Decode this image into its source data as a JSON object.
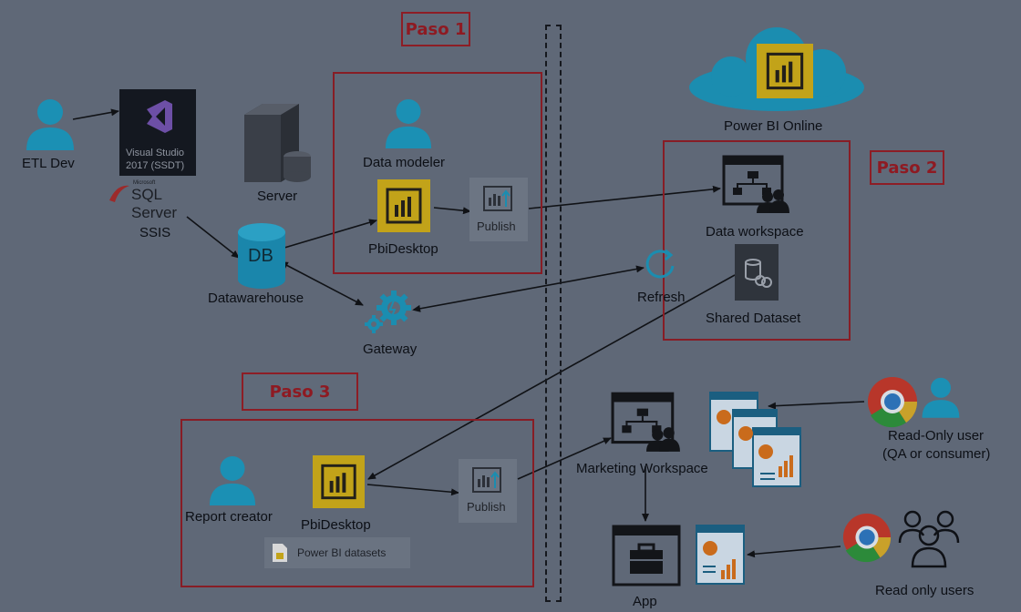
{
  "colors": {
    "background": "#5f6877",
    "accent_red": "#871d25",
    "person_blue": "#1b90b4",
    "powerbi_yellow": "#c2a319",
    "cloud_blue": "#1b8db0",
    "lines": "#101216"
  },
  "steps": {
    "paso1": "Paso 1",
    "paso2": "Paso 2",
    "paso3": "Paso 3"
  },
  "nodes": {
    "etl_dev": "ETL Dev",
    "visual_studio_line1": "Visual Studio",
    "visual_studio_line2": "2017 (SSDT)",
    "sql_server_small": "Microsoft",
    "sql_server": "SQL Server",
    "ssis": "SSIS",
    "server": "Server",
    "db_text": "DB",
    "datawarehouse": "Datawarehouse",
    "gateway": "Gateway",
    "data_modeler": "Data modeler",
    "pbidesktop_1": "PbiDesktop",
    "publish_1": "Publish",
    "power_bi_online": "Power BI Online",
    "data_workspace": "Data workspace",
    "refresh": "Refresh",
    "shared_dataset": "Shared Dataset",
    "report_creator": "Report creator",
    "pbidesktop_2": "PbiDesktop",
    "publish_2": "Publish",
    "power_bi_datasets": "Power BI datasets",
    "marketing_workspace": "Marketing Workspace",
    "app": "App",
    "readonly_user_line1": "Read-Only user",
    "readonly_user_line2": "(QA or consumer)",
    "read_only_users": "Read only users"
  },
  "icons": [
    "person-icon",
    "visual-studio-icon",
    "sql-server-icon",
    "server-icon",
    "database-icon",
    "gateway-gear-icon",
    "powerbi-icon",
    "publish-icon",
    "cloud-icon",
    "workspace-icon",
    "refresh-icon",
    "dataset-icon",
    "report-icon",
    "app-briefcase-icon",
    "chrome-icon",
    "users-group-icon"
  ]
}
